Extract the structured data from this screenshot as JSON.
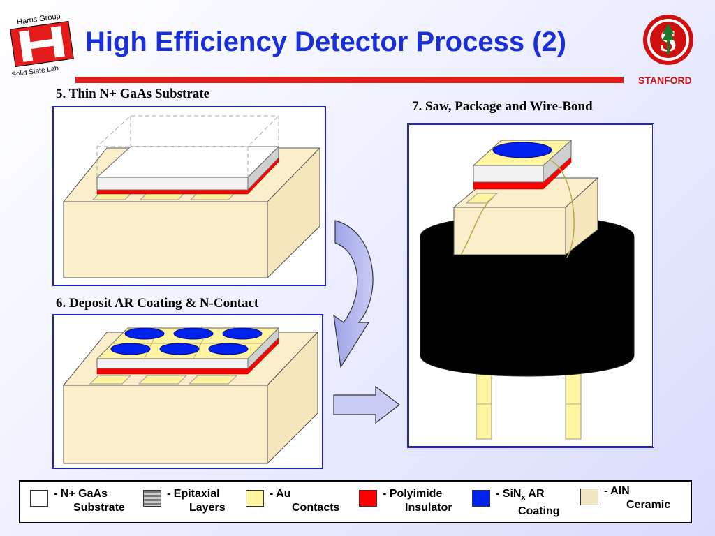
{
  "header": {
    "title": "High Efficiency Detector Process (2)",
    "logo_top": "Harris Group",
    "logo_bottom": "Solid State Lab",
    "stanford_label": "STANFORD"
  },
  "steps": [
    {
      "label": "5. Thin N+ GaAs Substrate"
    },
    {
      "label": "6. Deposit AR Coating & N-Contact"
    },
    {
      "label": "7. Saw, Package and Wire-Bond"
    }
  ],
  "legend": [
    {
      "line1": "- N+ GaAs",
      "line2": "Substrate",
      "color": "#ffffff"
    },
    {
      "line1": "- Epitaxial",
      "line2": "Layers",
      "color": "#9a9a9a"
    },
    {
      "line1": "- Au",
      "line2": "Contacts",
      "color": "#fff5a0"
    },
    {
      "line1": "- Polyimide",
      "line2": "Insulator",
      "color": "#ff0000"
    },
    {
      "line1": "- SiN",
      "sub": "x",
      "line1b": " AR",
      "line2": "Coating",
      "color": "#0022ee"
    },
    {
      "line1": "- AlN",
      "line2": "Ceramic",
      "color": "#f0e6c2"
    }
  ],
  "colors": {
    "title": "#1a2fd6",
    "accent_red": "#e31b1b",
    "panel_border": "#1e23c8",
    "ceramic": "#fbeecb",
    "gold": "#fff5a0",
    "polyimide": "#ff0000",
    "sin_coating": "#0022ee"
  }
}
